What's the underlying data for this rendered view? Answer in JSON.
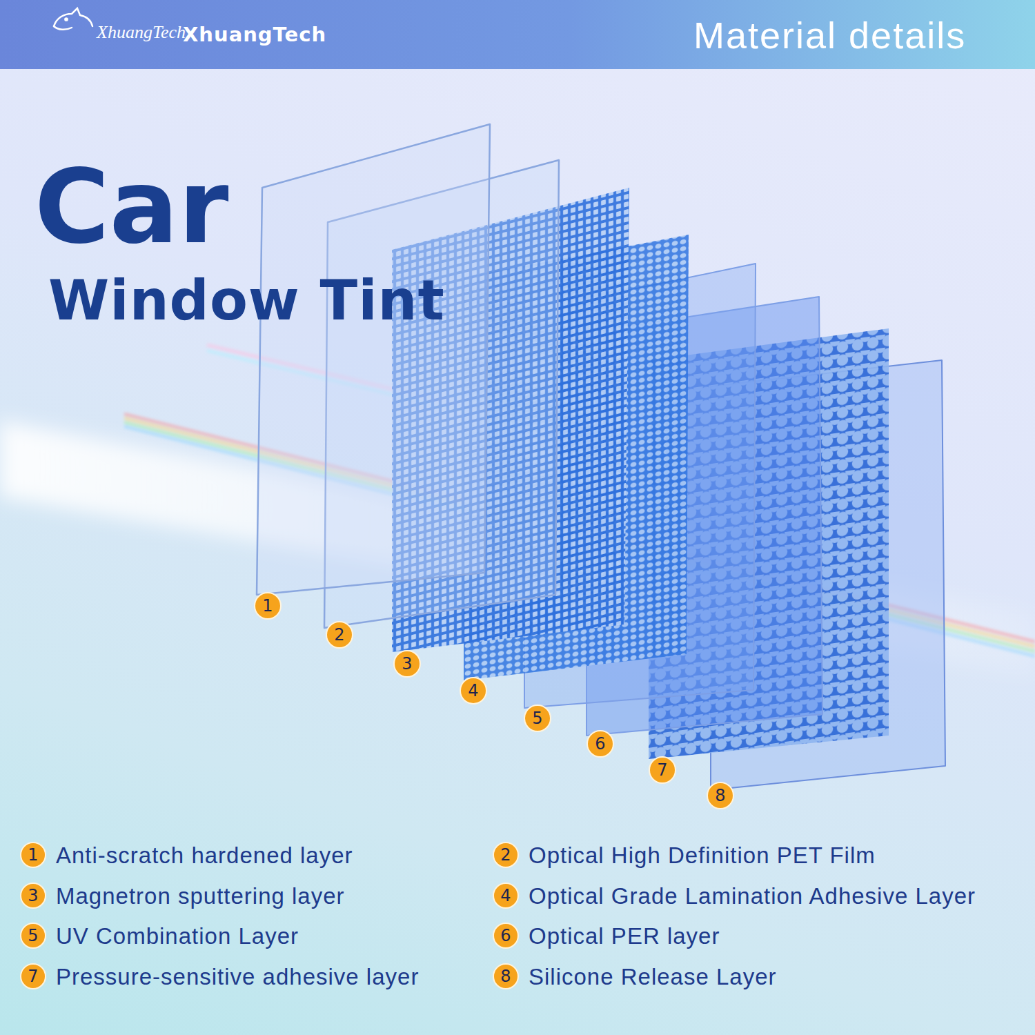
{
  "diagram": {
    "nodes": [
      {
        "text": [
          "1"
        ]
      },
      {
        "text": [
          "2"
        ]
      },
      {
        "text": [
          "3"
        ]
      },
      {
        "text": [
          "4"
        ]
      },
      {
        "text": [
          "5"
        ]
      },
      {
        "text": [
          "6"
        ]
      },
      {
        "text": [
          "7"
        ]
      },
      {
        "text": [
          "8"
        ]
      },
      {
        "text": [
          "1",
          "Anti-scratch hardened layer"
        ]
      },
      {
        "text": [
          "2",
          "Optical High Definition PET Film"
        ]
      },
      {
        "text": [
          "3",
          "Magnetron sputtering layer"
        ]
      },
      {
        "text": [
          "4",
          "Optical Grade Lamination Adhesive Layer"
        ]
      },
      {
        "text": [
          "5",
          "UV Combination Layer"
        ]
      },
      {
        "text": [
          "6",
          "Optical PER layer"
        ]
      },
      {
        "text": [
          "7",
          "Pressure-sensitive adhesive layer"
        ]
      },
      {
        "text": [
          "8",
          "Silicone Release Layer"
        ]
      }
    ],
    "labels": [
      "XhuangTech",
      "XhuangTech",
      "Material details",
      "Car",
      "Window Tint"
    ]
  }
}
